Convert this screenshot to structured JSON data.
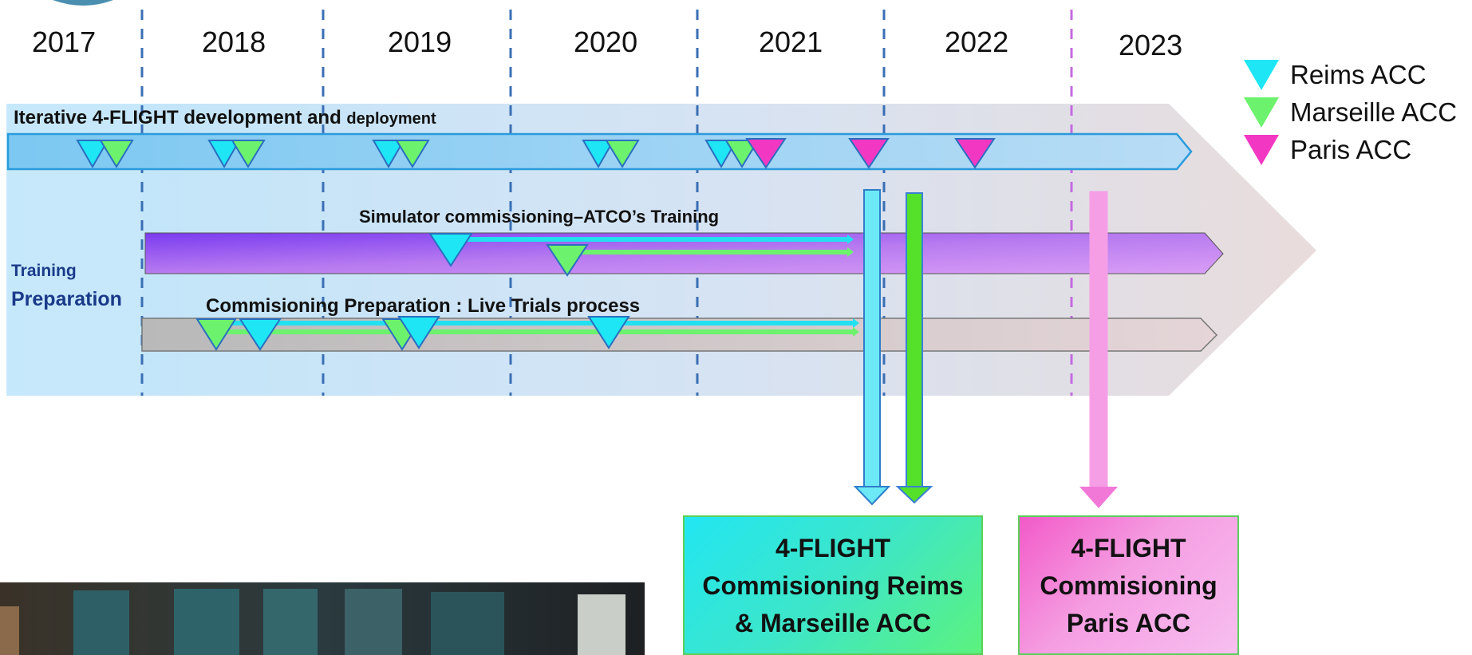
{
  "years": [
    "2017",
    "2018",
    "2019",
    "2020",
    "2021",
    "2022",
    "2023"
  ],
  "rows": {
    "development": "Iterative 4-FLIGHT development",
    "development_and": "and",
    "development_suffix": "deployment",
    "simulator": "Simulator commissioning–ATCO’s  Training",
    "training_1": "Training",
    "training_2": "Preparation",
    "commissioning": "Commisioning Preparation : Live Trials process"
  },
  "legend": [
    {
      "label": "Reims ACC",
      "color": "#1ee6f5"
    },
    {
      "label": "Marseille ACC",
      "color": "#6df26d"
    },
    {
      "label": "Paris ACC",
      "color": "#f238c3"
    }
  ],
  "boxes": {
    "reims_marseille": [
      "4-FLIGHT",
      "Commisioning Reims",
      "& Marseille ACC"
    ],
    "paris": [
      "4-FLIGHT",
      "Commisioning",
      "Paris ACC"
    ]
  },
  "icons": {
    "photo": "control-room-photo",
    "logo": "logo-circle"
  }
}
